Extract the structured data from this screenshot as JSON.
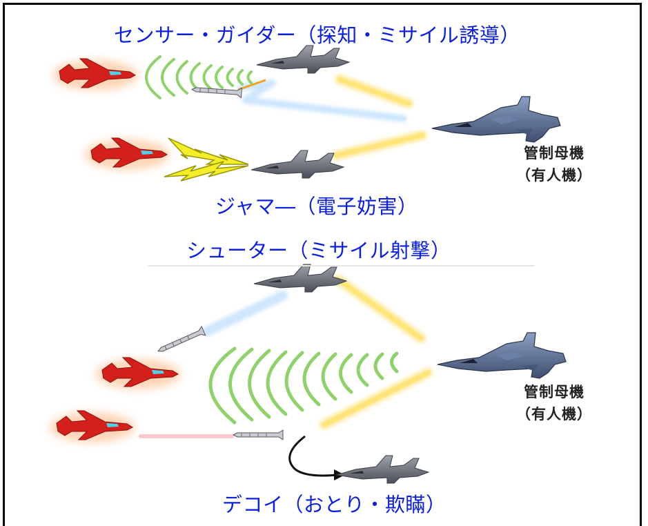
{
  "labels": {
    "sensor_guider": "センサー・ガイダー（探知・ミサイル誘導）",
    "jammer": "ジャマ―（電子妨害）",
    "shooter": "シューター（ミサイル射撃）",
    "decoy": "デコイ（おとり・欺瞞）"
  },
  "control_aircraft": {
    "top": {
      "line1": "管制母機",
      "line2": "（有人機）"
    },
    "bottom": {
      "line1": "管制母機",
      "line2": "（有人機）"
    }
  },
  "colors": {
    "label_blue": "#0b1fe0",
    "control_link_yellow": "#ffd84a",
    "guidance_beam_blue": "#a9d4ff",
    "laser_pink": "#ff9aa6",
    "radar_wave_green": "#8fd26a",
    "jamming_bolt_yellow": "#f2ee2a",
    "enemy_aircraft_red": "#d4201a",
    "drone_gray": "#6f737c",
    "manned_aircraft_blue": "#5b6f93"
  },
  "icons": [
    "enemy-fighter-icon",
    "drone-icon",
    "manned-fighter-icon",
    "missile-icon",
    "radar-wave-icon",
    "jamming-bolt-icon",
    "maneuver-arrow-icon"
  ]
}
